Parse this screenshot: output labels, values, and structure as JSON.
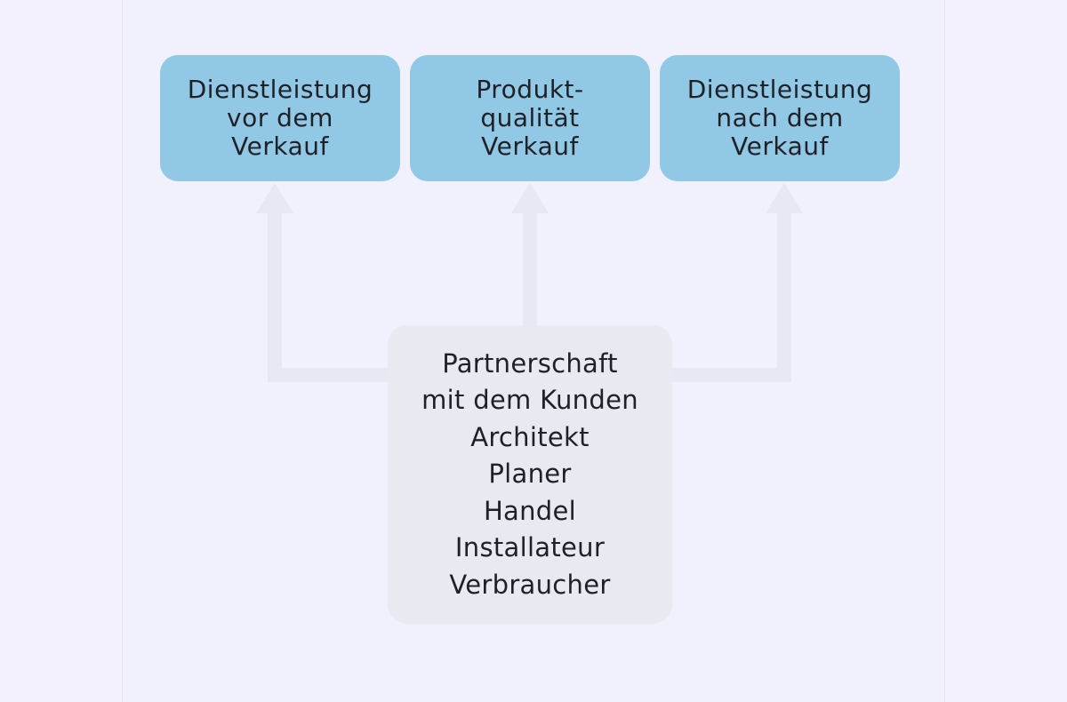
{
  "diagram": {
    "top_boxes": [
      {
        "label": "Dienstleistung\nvor dem\nVerkauf"
      },
      {
        "label": "Produkt-\nqualität\nVerkauf"
      },
      {
        "label": "Dienstleistung\nnach dem\nVerkauf"
      }
    ],
    "center_box": {
      "label": "Partnerschaft\nmit dem Kunden\nArchitekt\nPlaner\nHandel\nInstallateur\nVerbraucher"
    }
  },
  "colors": {
    "background": "#f2f1fd",
    "top_box_fill": "#90c8e6",
    "center_box_fill": "#e9e9f2",
    "connector": "#e8e8f2",
    "text": "#1f2126"
  }
}
